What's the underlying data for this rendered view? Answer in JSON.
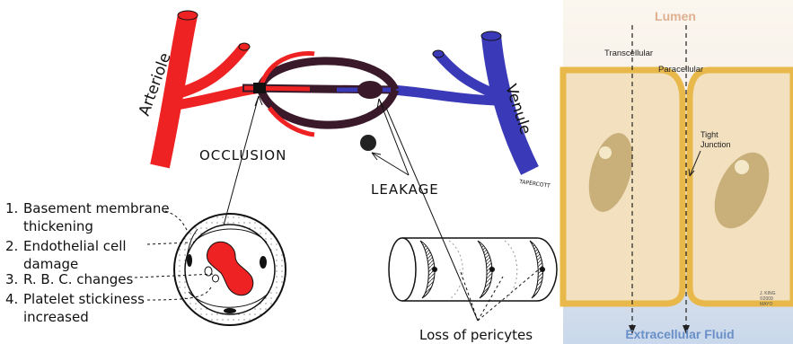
{
  "left_diagram": {
    "arteriole_label": "Arteriole",
    "venule_label": "Venule",
    "occlusion_label": "OCCLUSION",
    "leakage_label": "LEAKAGE",
    "pericytes_label": "Loss of pericytes",
    "signature": "TAPERCOTT",
    "list": [
      {
        "num": "1.",
        "line1": "Basement membrane",
        "line2": "thickening"
      },
      {
        "num": "2.",
        "line1": "Endothelial cell",
        "line2": "damage"
      },
      {
        "num": "3.",
        "line1": "R. B. C.  changes",
        "line2": ""
      },
      {
        "num": "4.",
        "line1": "Platelet stickiness",
        "line2": "increased"
      }
    ],
    "colors": {
      "arteriole": "#ee2222",
      "venule": "#3a3ab8",
      "mixed": "#3a1a2a"
    }
  },
  "right_diagram": {
    "lumen": "Lumen",
    "transcellular": "Transcellular",
    "paracellular": "Paracellular",
    "tight_junction_line1": "Tight",
    "tight_junction_line2": "Junction",
    "extracellular": "Extracellular Fluid",
    "credit_line1": "J. KING",
    "credit_line2": "©2009",
    "credit_line3": "MAYO",
    "colors": {
      "membrane": "#e8b84a",
      "cell": "#f2e0bf",
      "nucleus": "#c9b07a",
      "lumen_text": "#e0b090",
      "fluid_text": "#6a90c8"
    }
  }
}
